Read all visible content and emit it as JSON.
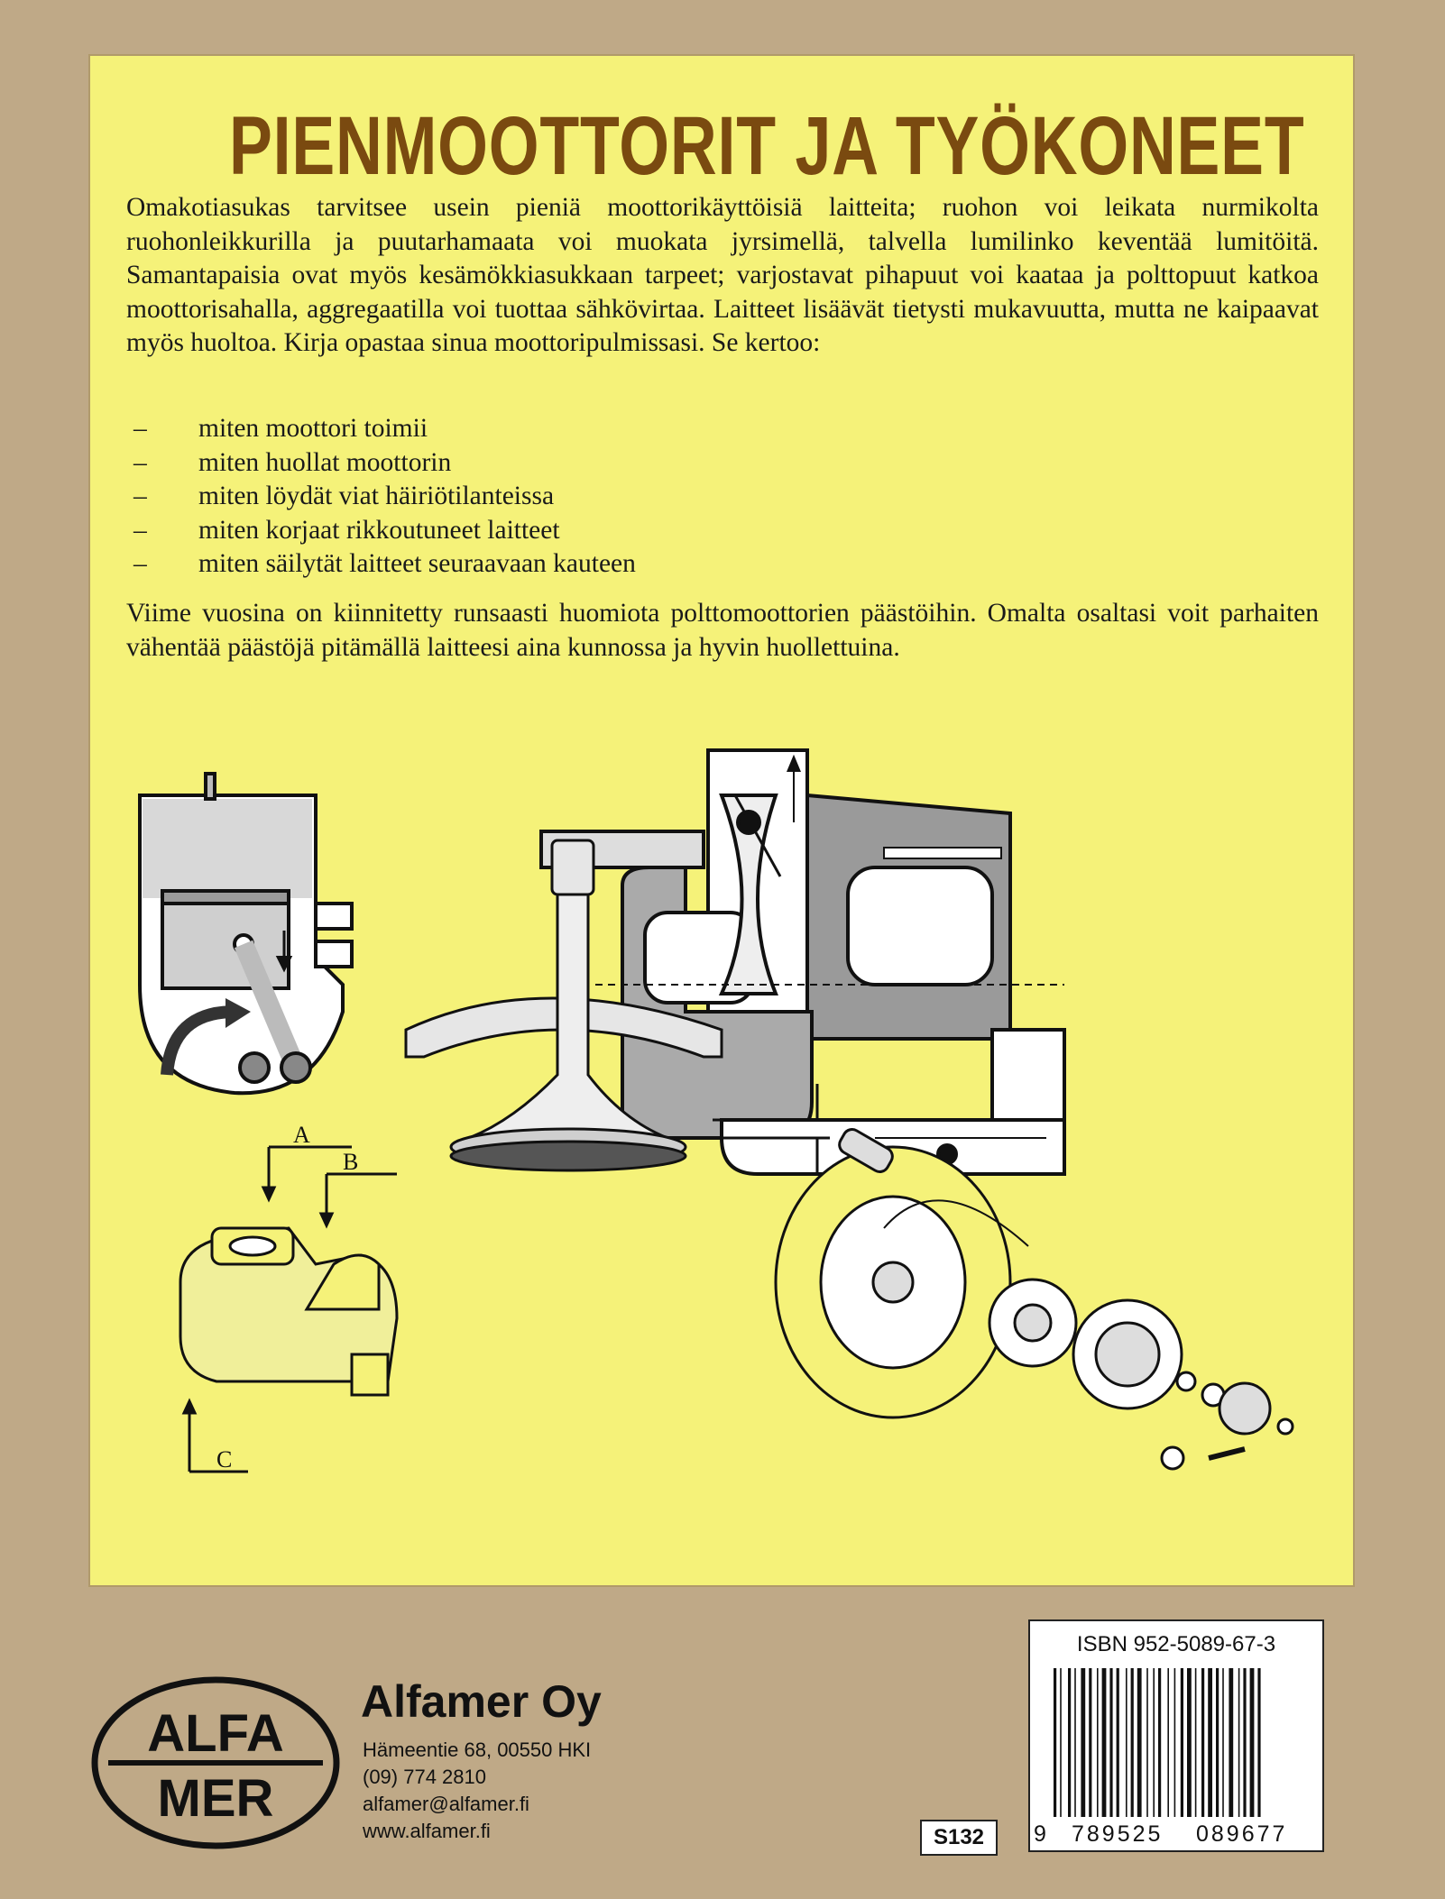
{
  "cover": {
    "title": "PIENMOOTTORIT JA TYÖKONEET",
    "intro": "Omakotiasukas tarvitsee usein pieniä moottorikäyttöisiä laitteita; ruohon voi leikata nurmikolta ruohonleikkurilla ja puutarhamaata voi muokata jyrsimellä, talvella lumilinko keventää lumitöitä. Samantapaisia ovat myös kesämökkiasukkaan tarpeet; varjostavat pihapuut voi kaataa ja polttopuut katkoa moottorisahalla, aggregaatilla voi tuottaa sähkövirtaa. Laitteet lisäävät tietysti mukavuutta, mutta ne kaipaavat myös huoltoa. Kirja opastaa sinua moottoripulmissasi. Se kertoo:",
    "list_marker": "–",
    "list": [
      "miten moottori toimii",
      "miten huollat moottorin",
      "miten löydät viat häiriötilanteissa",
      "miten korjaat rikkoutuneet laitteet",
      "miten säilytät laitteet seuraavaan kauteen"
    ],
    "outro": "Viime vuosina on kiinnitetty runsaasti huomiota polttomoottorien päästöihin. Omalta osaltasi voit parhaiten vähentää päästöjä pitämällä laitteesi aina kunnossa ja hyvin huollettuina.",
    "diagram_labels": {
      "a": "A",
      "b": "B",
      "c": "C"
    }
  },
  "publisher": {
    "logo_top": "ALFA",
    "logo_bottom": "MER",
    "name": "Alfamer Oy",
    "address": "Hämeentie 68, 00550 HKI",
    "phone": "(09) 774 2810",
    "email": "alfamer@alfamer.fi",
    "web": "www.alfamer.fi"
  },
  "isbn": {
    "label": "ISBN 952-5089-67-3",
    "digit_first": "9",
    "digits_left": "789525",
    "digits_right": "089677"
  },
  "code": "S132",
  "colors": {
    "background": "#bfa987",
    "panel": "#f5f279",
    "title": "#7a4a10"
  }
}
